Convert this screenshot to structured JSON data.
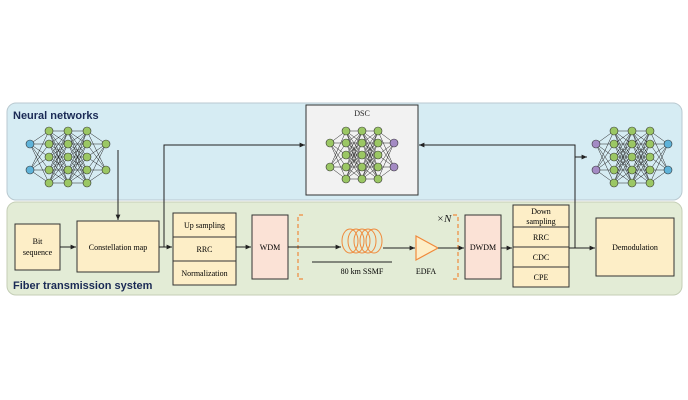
{
  "panels": {
    "neural_title": "Neural networks",
    "fiber_title": "Fiber transmission system"
  },
  "blocks": {
    "bit_sequence_line1": "Bit",
    "bit_sequence_line2": "sequence",
    "constellation_map": "Constellation map",
    "up_sampling": "Up sampling",
    "rrc_tx": "RRC",
    "normalization": "Normalization",
    "wdm": "WDM",
    "fiber_label": "80 km SSMF",
    "edfa_label": "EDFA",
    "loop_label": "×N",
    "dwdm": "DWDM",
    "down_sampling_line1": "Down",
    "down_sampling_line2": "sampling",
    "rrc_rx": "RRC",
    "cdc": "CDC",
    "cpe": "CPE",
    "demodulation": "Demodulation",
    "dsc": "DSC"
  },
  "colors": {
    "nn_panel": "#d6ecf3",
    "fiber_panel": "#e3ecd6",
    "block_fill": "#fdeec7",
    "wdm_fill": "#fbe2d6",
    "node_green": "#9bc764",
    "node_blue": "#5fb3d9",
    "node_purple": "#a48bc4",
    "optical_orange": "#f08a3c"
  }
}
